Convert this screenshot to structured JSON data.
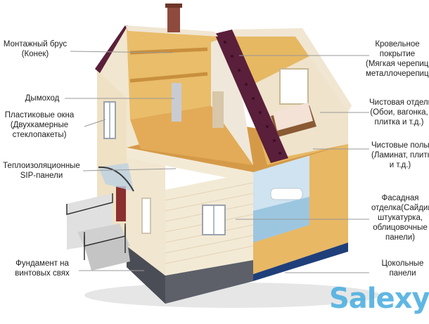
{
  "labels": {
    "ridge": [
      "Монтажный брус",
      "(Конек)"
    ],
    "chimney": [
      "Дымоход"
    ],
    "windows": [
      "Пластиковые окна",
      "(Двухкамерные",
      "стеклопакеты)"
    ],
    "sip": [
      "Теплоизоляционные",
      "SIP-панели"
    ],
    "foundation": [
      "Фундамент на",
      "винтовых свях"
    ],
    "roofing": [
      "Кровельное",
      "покрытие",
      "(Мягкая черепица,",
      "металлочерепица)"
    ],
    "finish_walls": [
      "Чистовая отделка",
      "(Обои, вагонка,",
      "плитка и т.д.)"
    ],
    "finish_floors": [
      "Чистовые полы",
      "(Ламинат, плитка",
      "и т.д.)"
    ],
    "facade": [
      "Фасадная",
      "отделка(Сайдинг,",
      "штукатурка,",
      "облицовочные",
      "панели)"
    ],
    "plinth": [
      "Цокольные",
      "панели"
    ]
  },
  "watermark": "Salexy",
  "colors": {
    "osb": "#e8b864",
    "osb_dark": "#c98f3c",
    "roof": "#5a1f3a",
    "siding": "#f1e6cf",
    "plinth": "#5d6068",
    "blue_base": "#1f3f7a",
    "leader": "#999999"
  }
}
